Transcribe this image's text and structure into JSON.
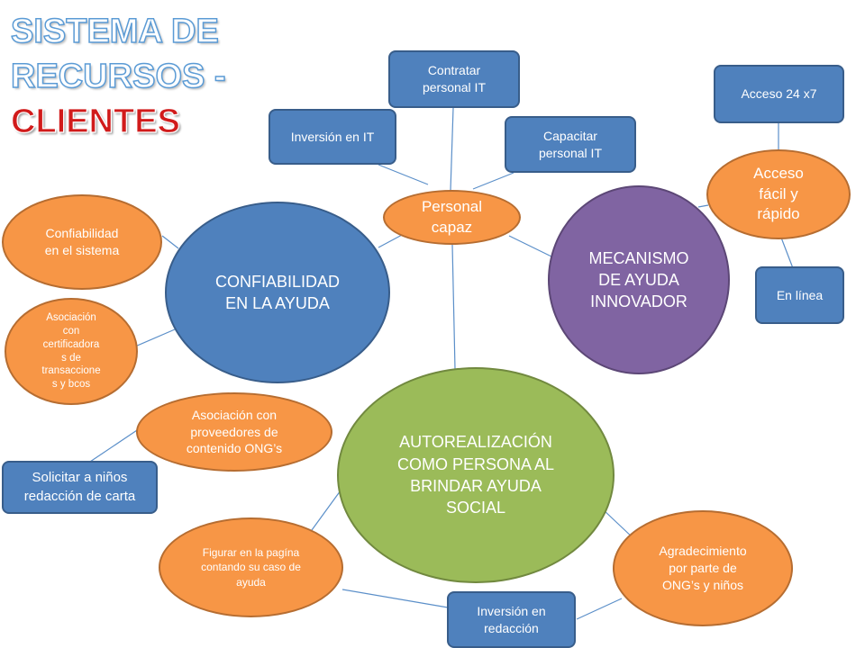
{
  "title": {
    "line1": "SISTEMA DE",
    "line2": "RECURSOS -",
    "line3": "CLIENTES"
  },
  "colors": {
    "blue": "#4f81bd",
    "orange": "#f79646",
    "purple": "#8064a2",
    "green": "#9bbb59",
    "title_red": "#d11b1b",
    "connector": "#5b8fc9"
  },
  "nodes": {
    "contratar": "Contratar\npersonal IT",
    "acceso247": "Acceso 24 x7",
    "inversion_it": "Inversión en IT",
    "capacitar": "Capacitar\npersonal IT",
    "acceso_facil": "Acceso\nfácil y\nrápido",
    "personal_capaz": "Personal\ncapaz",
    "confiabilidad_sistema": "Confiabilidad\nen el sistema",
    "confiabilidad_ayuda": "CONFIABILIDAD\nEN LA AYUDA",
    "mecanismo": "MECANISMO\nDE AYUDA\nINNOVADOR",
    "en_linea": "En línea",
    "asociacion_cert": "Asociación\ncon\ncertificadora\ns de\ntransaccione\ns y bcos",
    "asociacion_prov": "Asociación con\nproveedores de\ncontenido ONG’s",
    "autorealizacion": "AUTOREALIZACIÓN\nCOMO PERSONA AL\nBRINDAR AYUDA\nSOCIAL",
    "solicitar": "Solicitar a niños\nredacción de carta",
    "figurar": "Figurar en la pagína\ncontando su caso de\nayuda",
    "agradecimiento": "Agradecimiento\npor parte de\nONG’s y niños",
    "inversion_redaccion": "Inversión en\nredacción"
  }
}
